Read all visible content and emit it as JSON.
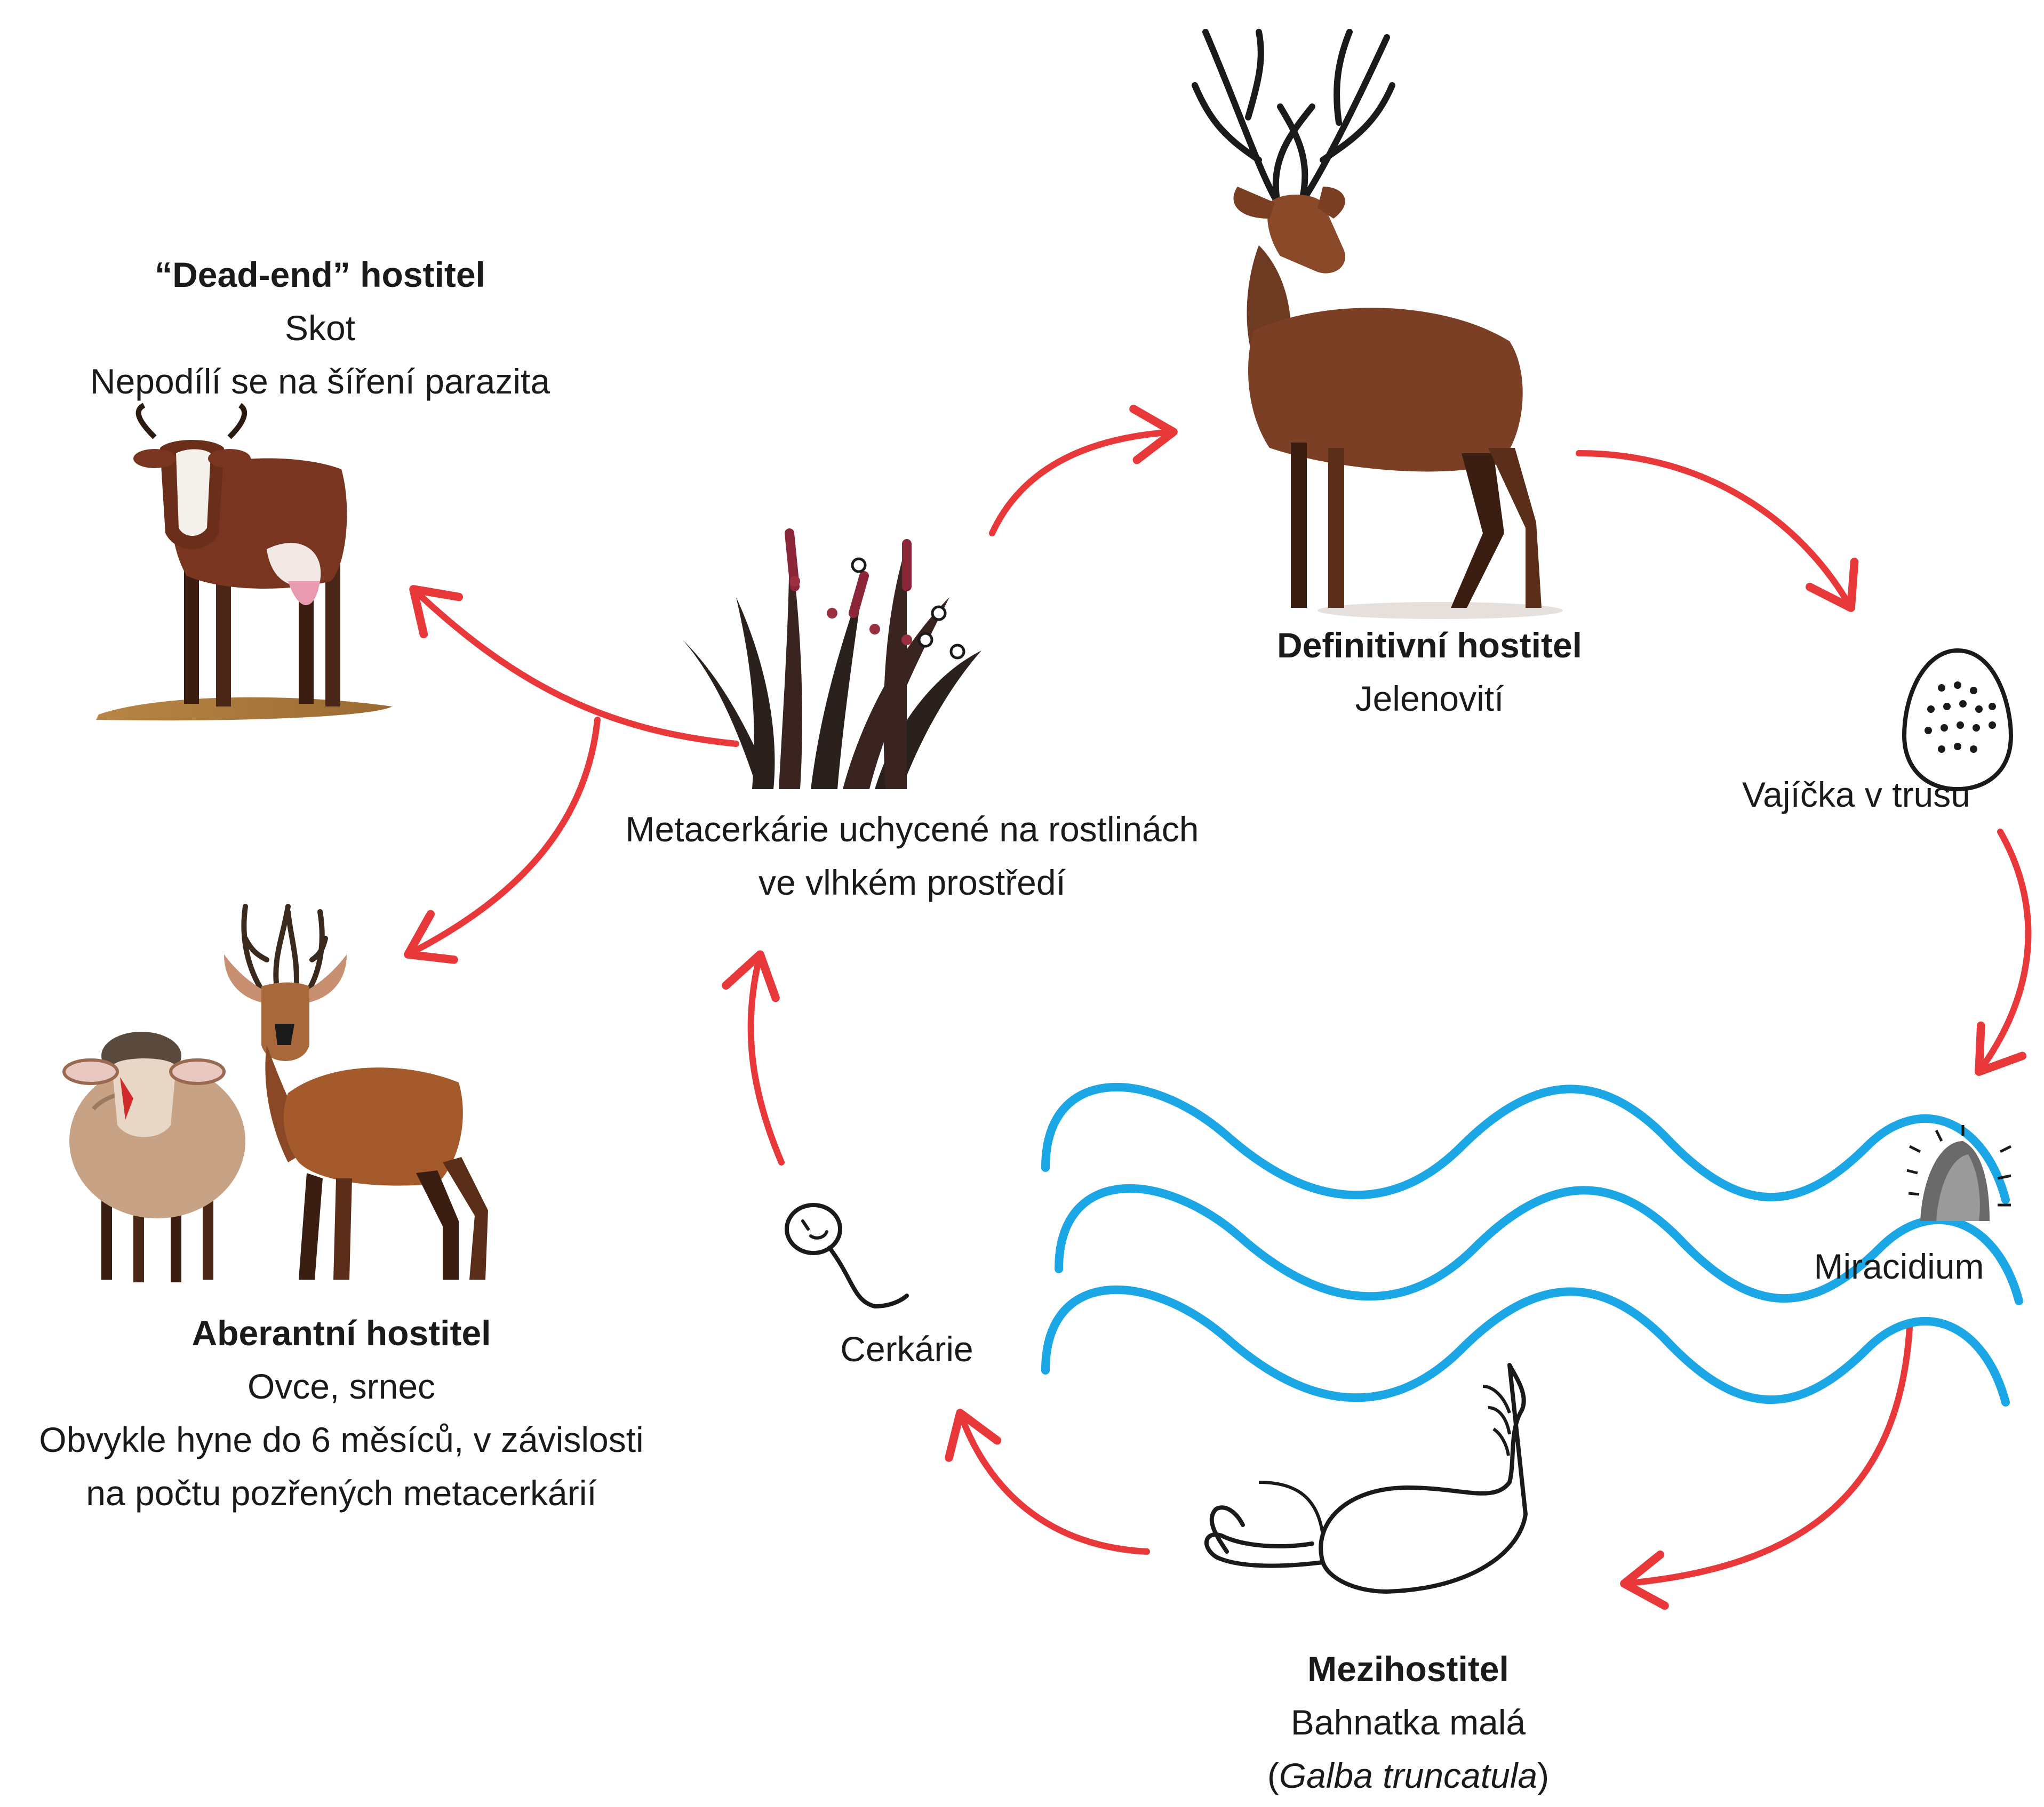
{
  "colors": {
    "arrow": "#e8383a",
    "water": "#1ba6e6",
    "line": "#1a1a1a"
  },
  "icons": {
    "cow": "cow-illustration",
    "red_deer": "red-deer-illustration",
    "grass": "grass-plant-illustration",
    "sheep": "sheep-illustration",
    "roe_deer": "roe-deer-illustration",
    "egg": "egg-icon",
    "miracidium": "miracidium-icon",
    "cercaria": "cercaria-icon",
    "snail": "snail-icon",
    "water": "water-waves"
  },
  "dead_end": {
    "title": "“Dead-end” hostitel",
    "line1": "Skot",
    "line2": "Nepodílí se na šíření parazita"
  },
  "definitive": {
    "title": "Definitivní hostitel",
    "line1": "Jelenovití"
  },
  "metacercariae": {
    "line1": "Metacerkárie uchycené na rostlinách",
    "line2": "ve vlhkém prostředí"
  },
  "eggs": {
    "label": "Vajíčka v trusu"
  },
  "miracidium": {
    "label": "Miracidium"
  },
  "aberrant": {
    "title": "Aberantní hostitel",
    "line1": "Ovce, srnec",
    "line2": "Obvykle hyne do 6 měsíců, v závislosti",
    "line3": "na počtu pozřených metacerkárií"
  },
  "cercariae": {
    "label": "Cerkárie"
  },
  "intermediate": {
    "title": "Mezihostitel",
    "line1": "Bahnatka malá",
    "paren_open": "(",
    "latin": "Galba truncatula",
    "paren_close": ")"
  }
}
